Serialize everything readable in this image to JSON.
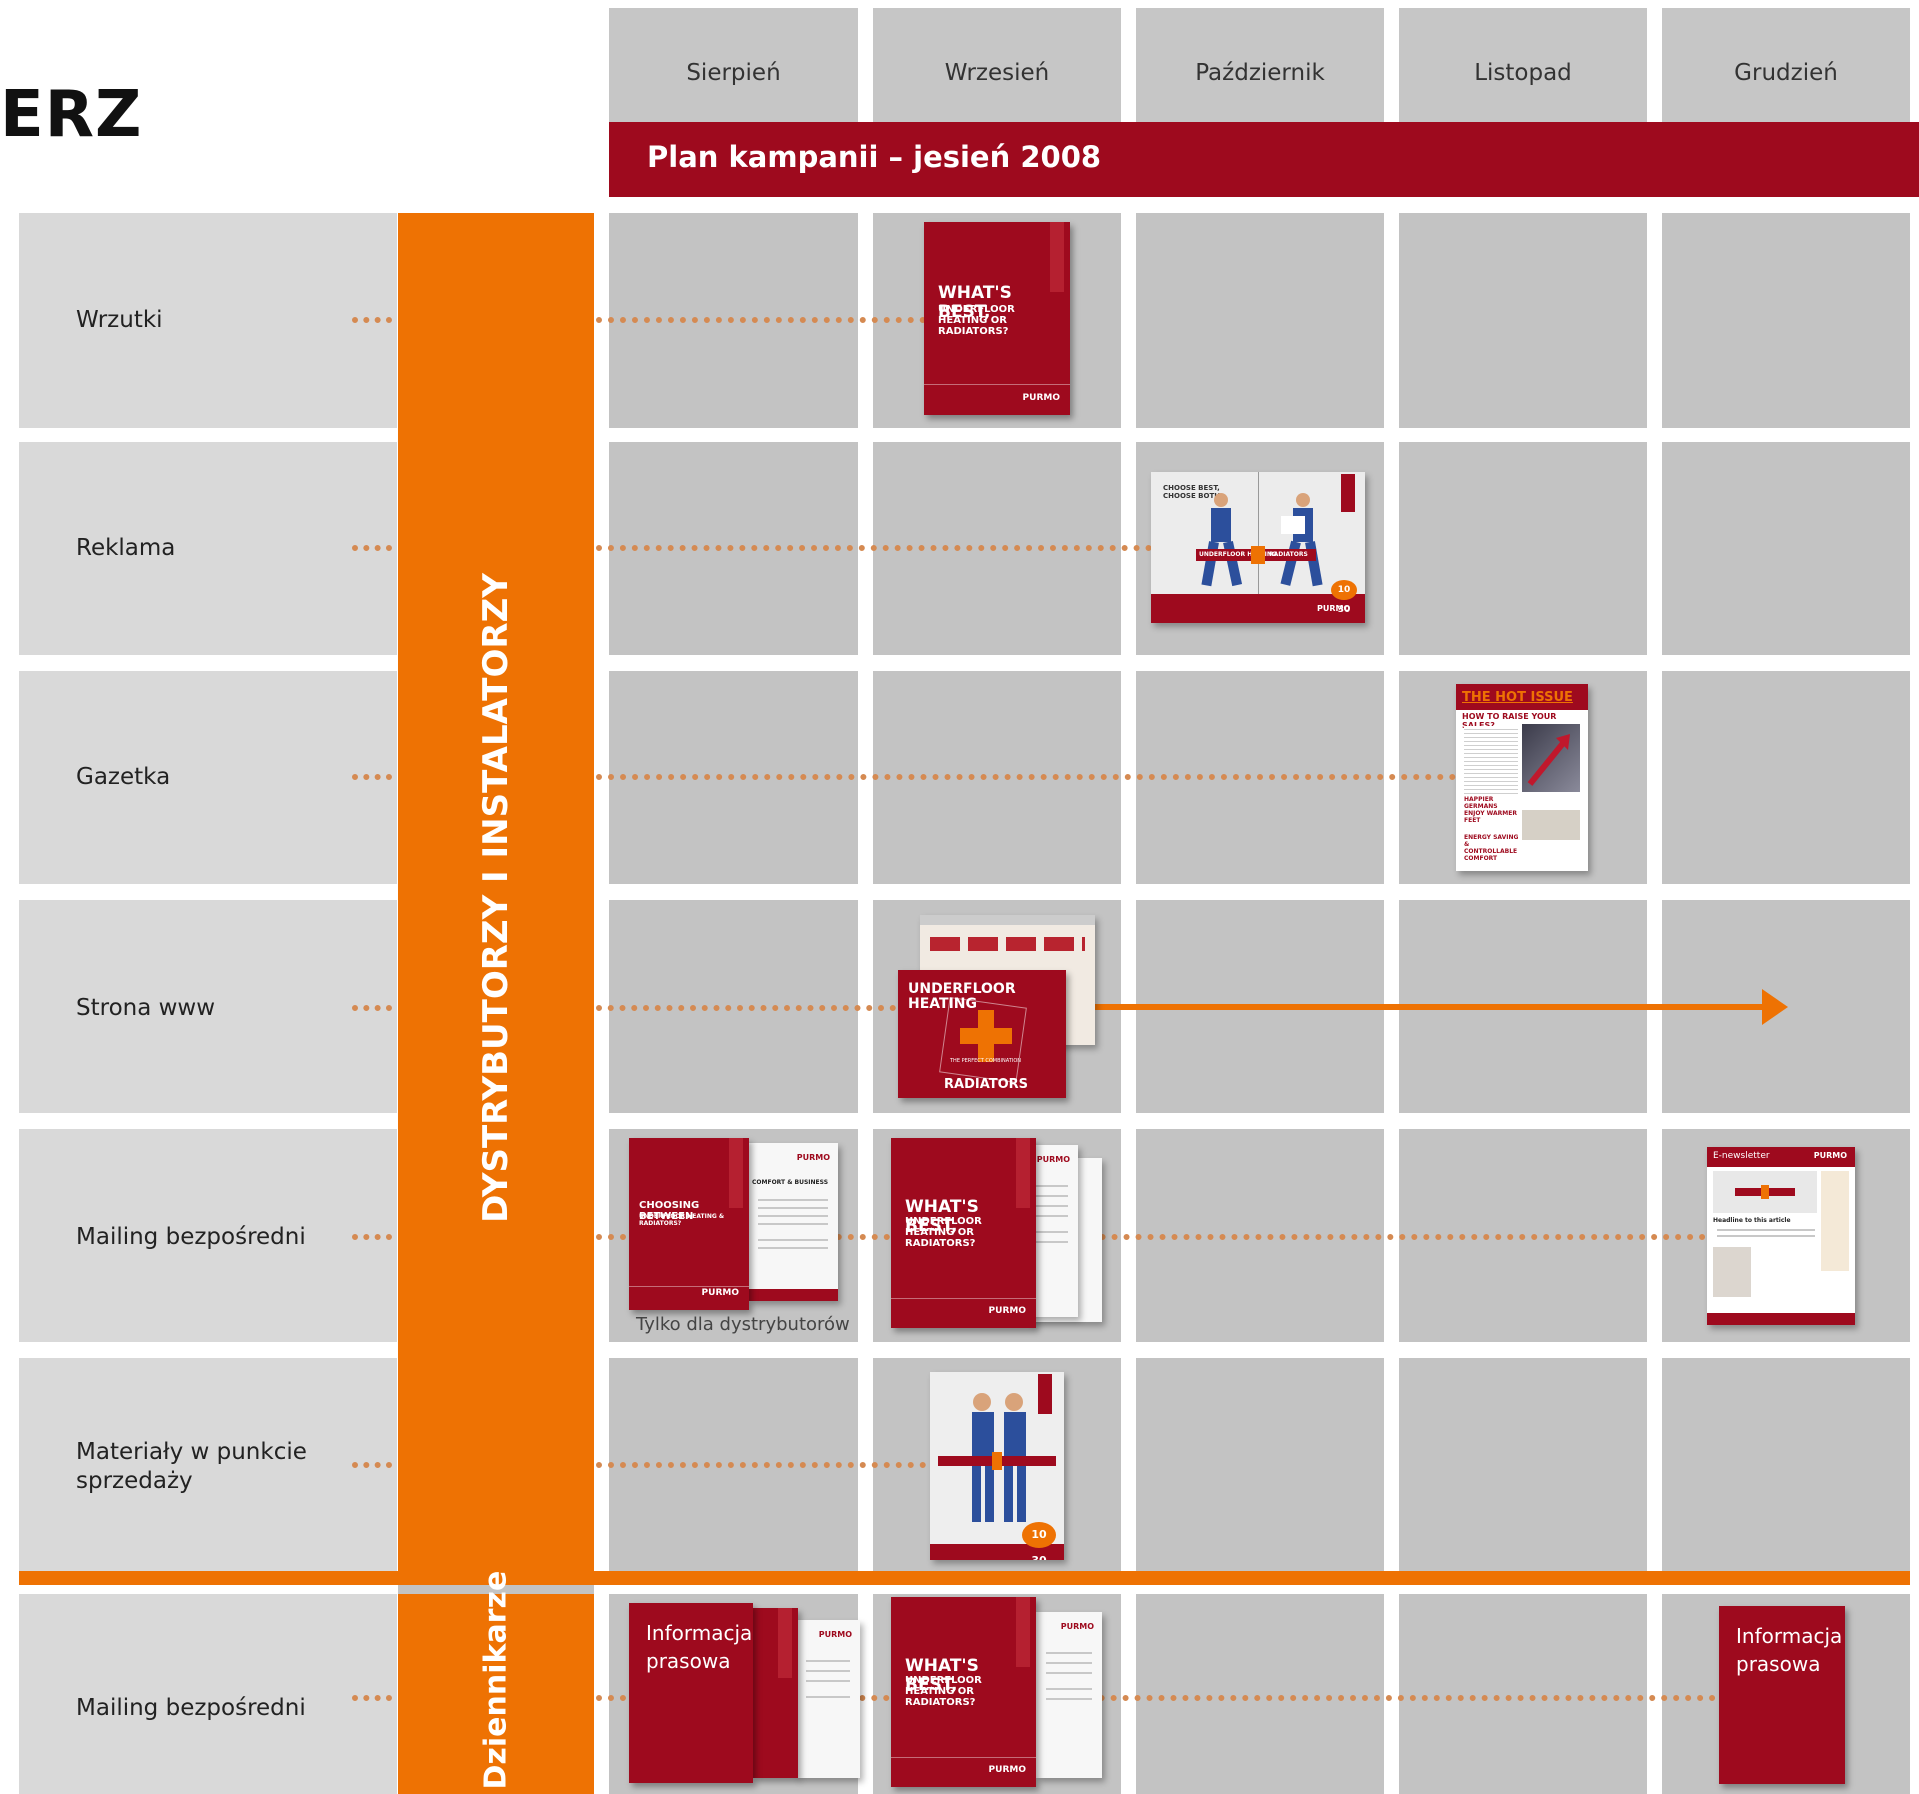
{
  "title_fragment": "ERZ",
  "months": [
    "Sierpień",
    "Wrzesień",
    "Październik",
    "Listopad",
    "Grudzień"
  ],
  "banner": "Plan kampanii – jesień 2008",
  "group_labels": {
    "distributors": "DYSTRYBUTORZY I INSTALATORZY",
    "journalists": "Dziennikarze"
  },
  "rows": [
    {
      "label": "Wrzutki"
    },
    {
      "label": "Reklama"
    },
    {
      "label": "Gazetka"
    },
    {
      "label": "Strona www"
    },
    {
      "label": "Mailing bezpośredni"
    },
    {
      "label": "Materiały w punkcie sprzedaży"
    },
    {
      "label": "Mailing bezpośredni"
    }
  ],
  "materials": {
    "brochure_title": "WHAT'S BEST,",
    "brochure_subtitle": "UNDERFLOOR HEATING OR RADIATORS?",
    "choosing_title": "CHOOSING BETWEEN",
    "choosing_subtitle": "UNDERFLOOR HEATING & RADIATORS?",
    "comfort_business": "COMFORT & BUSINESS",
    "ad_headline": "CHOOSE BEST, CHOOSE BOTH",
    "ad_band_left": "UNDERFLOOR HEATING",
    "ad_band_right": "RADIATORS",
    "newsletter_masthead": "THE HOT ISSUE",
    "newsletter_headline": "HOW TO RAISE YOUR SALES?",
    "newsletter_story1": "HAPPIER GERMANS ENJOY WARMER FEET",
    "newsletter_story2": "ENERGY SAVING & CONTROLLABLE COMFORT",
    "web_top": "UNDERFLOOR HEATING",
    "web_bottom": "RADIATORS",
    "web_tag": "THE PERFECT COMBINATION",
    "enews_title": "E-newsletter",
    "enews_headline": "Headline to this article",
    "brand": "PURMO",
    "anniversary": "10 30"
  },
  "caption_distributors_only": "Tylko dla dystrybutorów",
  "press_release": "Informacja prasowa",
  "colors": {
    "accent_orange": "#ee7203",
    "brand_red": "#9e0a1e",
    "grid_grey": "#c3c3c3",
    "label_grey": "#d9d9d9"
  }
}
